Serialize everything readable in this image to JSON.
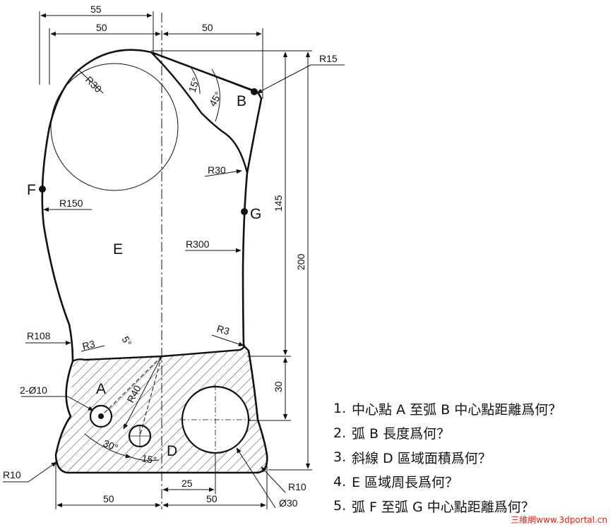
{
  "dimensions": {
    "d55": "55",
    "d50_top_left": "50",
    "d50_top_right": "50",
    "r15": "R15",
    "r30_circle": "R30",
    "angle15_top": "15°",
    "angle45": "45°",
    "r30_side": "R30",
    "r150": "R150",
    "d145": "145",
    "d200": "200",
    "r300": "R300",
    "r108": "R108",
    "r3_left": "R3",
    "angle5": "5°",
    "r3_right": "R3",
    "d30": "30",
    "dia10": "2-Ø10",
    "r40": "R40",
    "angle30": "30°",
    "angle15_bottom": "15°",
    "r10_left": "R10",
    "r10_right": "R10",
    "d25": "25",
    "d50_bottom_left": "50",
    "d50_bottom_right": "50",
    "dia30": "Ø30"
  },
  "points": {
    "A": "A",
    "B": "B",
    "D": "D",
    "E": "E",
    "F": "F",
    "G": "G"
  },
  "questions": [
    {
      "num": "1.",
      "text": "中心點 A 至弧 B 中心點距離爲何？"
    },
    {
      "num": "2.",
      "text": "弧 B 長度爲何？"
    },
    {
      "num": "3.",
      "text": "斜線 D 區域面積爲何？"
    },
    {
      "num": "4.",
      "text": "E 區域周長爲何？"
    },
    {
      "num": "5.",
      "text": "弧 F 至弧 G 中心點距離爲何？"
    }
  ],
  "watermark": "三維網www.3dportal.cn",
  "colors": {
    "ink": "#111111",
    "watermark": "#dd2211"
  }
}
